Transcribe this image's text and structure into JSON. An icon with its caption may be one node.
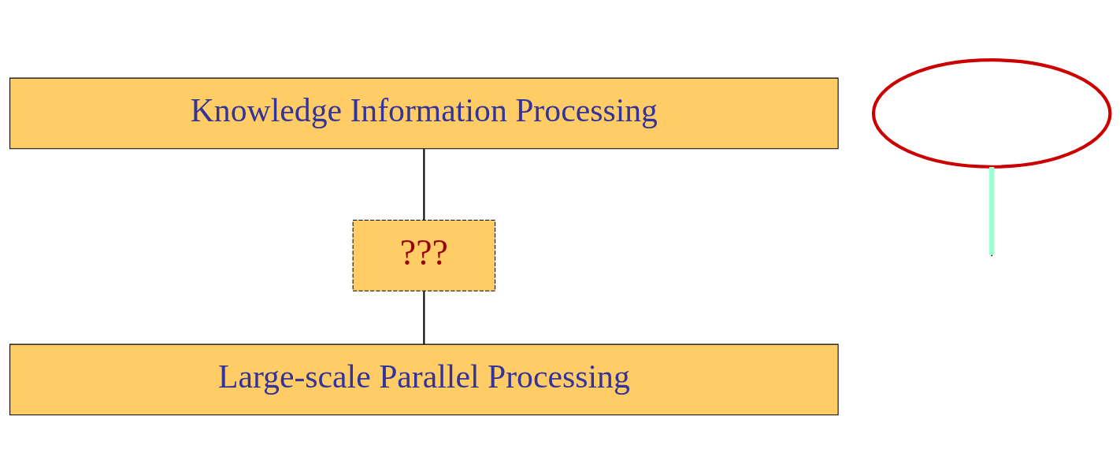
{
  "diagram": {
    "nodes": [
      {
        "text": [
          "Knowledge Information Processing"
        ]
      },
      {
        "text": [
          "???"
        ]
      },
      {
        "text": [
          "Large-scale Parallel Processing"
        ]
      },
      {
        "text": [],
        "shape": "ellipse"
      }
    ],
    "edges": [
      {
        "from": 0,
        "to": 1,
        "arrow": "none"
      },
      {
        "from": 1,
        "to": 2,
        "arrow": "none"
      },
      {
        "from": 3,
        "to": null,
        "arrow": "none",
        "color": "#99ffcc",
        "style": "thick"
      }
    ]
  }
}
